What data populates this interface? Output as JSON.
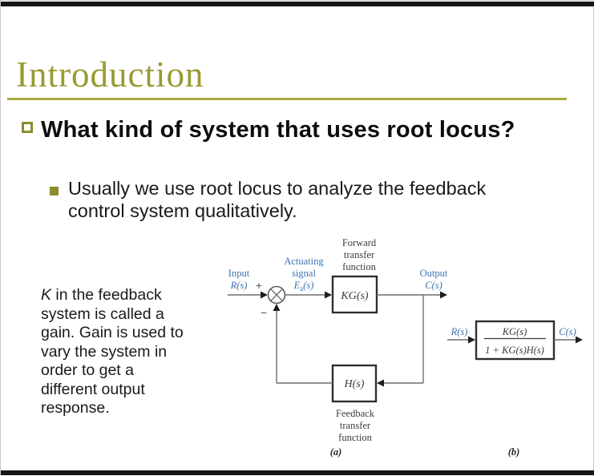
{
  "slide": {
    "title": "Introduction",
    "heading": "What kind of system that uses root locus?",
    "subpoint": "Usually we use root locus to analyze the feedback control system qualitatively.",
    "note": {
      "k": "K",
      "line1_rest": " in the feedback",
      "lines": [
        "system is called a",
        "gain. Gain is used to",
        "vary the system in",
        "order to get a",
        "different output",
        "response."
      ]
    }
  },
  "colors": {
    "accent_olive": "#9a9a33",
    "diagram_blue": "#3d74b5",
    "bar_black": "#161616"
  },
  "diagram": {
    "a": {
      "input_label": "Input",
      "input_var": "R(s)",
      "plus": "+",
      "minus": "−",
      "actuating_1": "Actuating",
      "actuating_2": "signal",
      "error_base": "E",
      "error_sub": "a",
      "error_rest": "(s)",
      "forward_1": "Forward",
      "forward_2": "transfer",
      "forward_3": "function",
      "forward_block": "KG(s)",
      "output_label": "Output",
      "output_var": "C(s)",
      "feedback_block": "H(s)",
      "feedback_1": "Feedback",
      "feedback_2": "transfer",
      "feedback_3": "function",
      "caption": "(a)"
    },
    "b": {
      "input_var": "R(s)",
      "numerator": "KG(s)",
      "denominator": "1 + KG(s)H(s)",
      "output_var": "C(s)",
      "caption": "(b)"
    }
  }
}
